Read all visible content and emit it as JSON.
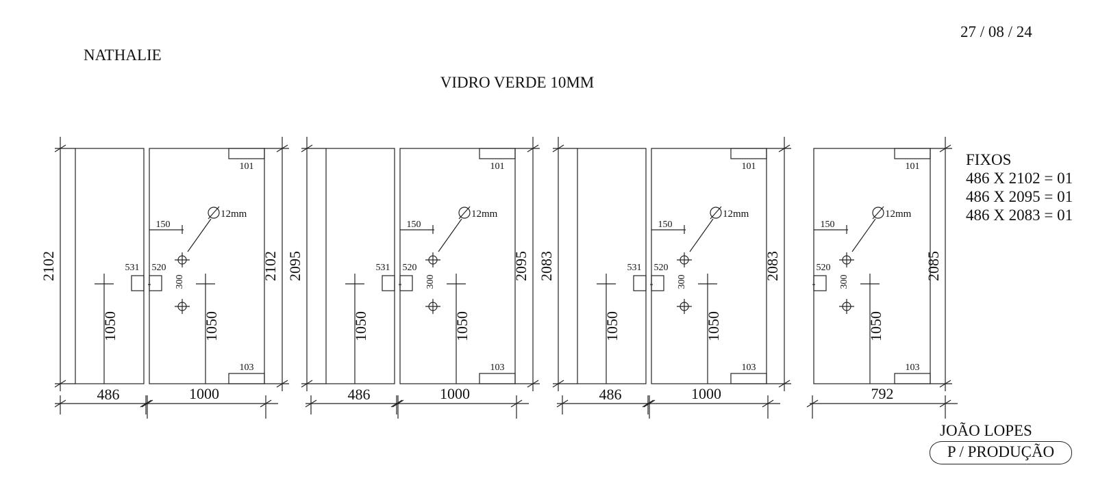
{
  "header": {
    "client": "NATHALIE",
    "date": "27 / 08 / 24",
    "material": "VIDRO VERDE 10MM"
  },
  "fixos": {
    "title": "FIXOS",
    "lines": [
      "486 X 2102 = 01",
      "486 X 2095 = 01",
      "486 X 2083 = 01"
    ]
  },
  "footer": {
    "author": "JOÃO LOPES",
    "stamp": "P / PRODUÇÃO"
  },
  "common_labels": {
    "hinge_top": "101",
    "hinge_bottom": "103",
    "hole": "12mm",
    "hole_offset": "150",
    "hole_spacing": "300",
    "handle_height": "1050",
    "lock_fixed": "531",
    "lock_door": "520"
  },
  "panels": [
    {
      "height": "2102",
      "fixed_width": "486",
      "door_width": "1000"
    },
    {
      "height": "2095",
      "fixed_width": "486",
      "door_width": "1000"
    },
    {
      "height": "2083",
      "fixed_width": "486",
      "door_width": "1000"
    },
    {
      "height": "2085",
      "fixed_width": "",
      "door_width": "792"
    }
  ]
}
